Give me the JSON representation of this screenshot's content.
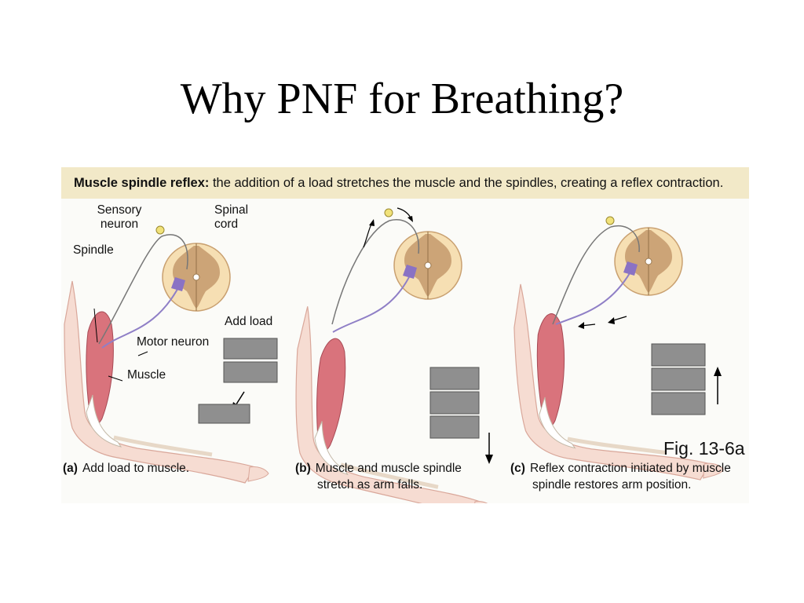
{
  "slide": {
    "title": "Why PNF for Breathing?"
  },
  "figure": {
    "banner_bold": "Muscle spindle reflex:",
    "banner_text": " the addition of a load stretches the muscle and the spindles, creating a reflex contraction.",
    "labels": {
      "sensory_neuron_1": "Sensory",
      "sensory_neuron_2": "neuron",
      "spinal_cord_1": "Spinal",
      "spinal_cord_2": "cord",
      "spindle": "Spindle",
      "add_load": "Add load",
      "motor_neuron": "Motor neuron",
      "muscle": "Muscle"
    },
    "fig_number": "Fig. 13-6a",
    "captions": {
      "a": {
        "letter": "(a)",
        "line1": "Add load to muscle.",
        "line2": ""
      },
      "b": {
        "letter": "(b)",
        "line1": "Muscle and muscle spindle",
        "line2": "stretch as arm falls."
      },
      "c": {
        "letter": "(c)",
        "line1": "Reflex contraction initiated by muscle",
        "line2": "spindle restores arm position."
      }
    },
    "colors": {
      "banner": "#f2e9c8",
      "skin": "#f6dcd2",
      "muscle": "#d9737c",
      "spinal_cord_outer": "#f6dfb3",
      "spinal_cord_gray": "#c49a6c",
      "neuron": "#9a88c8",
      "sensory_body": "#f1e27a",
      "weight": "#808080"
    }
  }
}
